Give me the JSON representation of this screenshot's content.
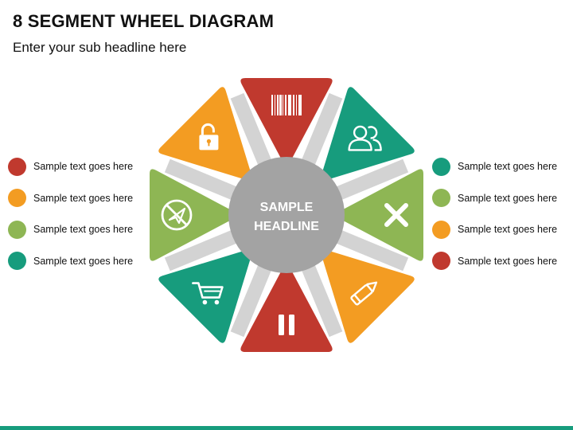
{
  "header": {
    "title": "8 SEGMENT WHEEL DIAGRAM",
    "subtitle": "Enter your sub headline here"
  },
  "colors": {
    "red": "#c0392e",
    "orange": "#f39c22",
    "green": "#8eb654",
    "teal": "#179c7d",
    "center": "#a3a3a3",
    "connector": "#d3d3d3",
    "footer": "#179c7d"
  },
  "center": {
    "line1": "SAMPLE",
    "line2": "HEADLINE"
  },
  "segments": [
    {
      "color": "red",
      "icon": "barcode-icon"
    },
    {
      "color": "teal",
      "icon": "users-icon"
    },
    {
      "color": "green",
      "icon": "close-icon"
    },
    {
      "color": "orange",
      "icon": "pencil-icon"
    },
    {
      "color": "red",
      "icon": "pause-icon"
    },
    {
      "color": "teal",
      "icon": "shopping-cart-icon"
    },
    {
      "color": "green",
      "icon": "no-send-icon"
    },
    {
      "color": "orange",
      "icon": "unlock-icon"
    }
  ],
  "legend_left": [
    {
      "color": "red",
      "text": "Sample text goes here"
    },
    {
      "color": "orange",
      "text": "Sample text goes here"
    },
    {
      "color": "green",
      "text": "Sample text goes here"
    },
    {
      "color": "teal",
      "text": "Sample text goes here"
    }
  ],
  "legend_right": [
    {
      "color": "teal",
      "text": "Sample text goes here"
    },
    {
      "color": "green",
      "text": "Sample text goes here"
    },
    {
      "color": "orange",
      "text": "Sample text goes here"
    },
    {
      "color": "red",
      "text": "Sample text goes here"
    }
  ]
}
